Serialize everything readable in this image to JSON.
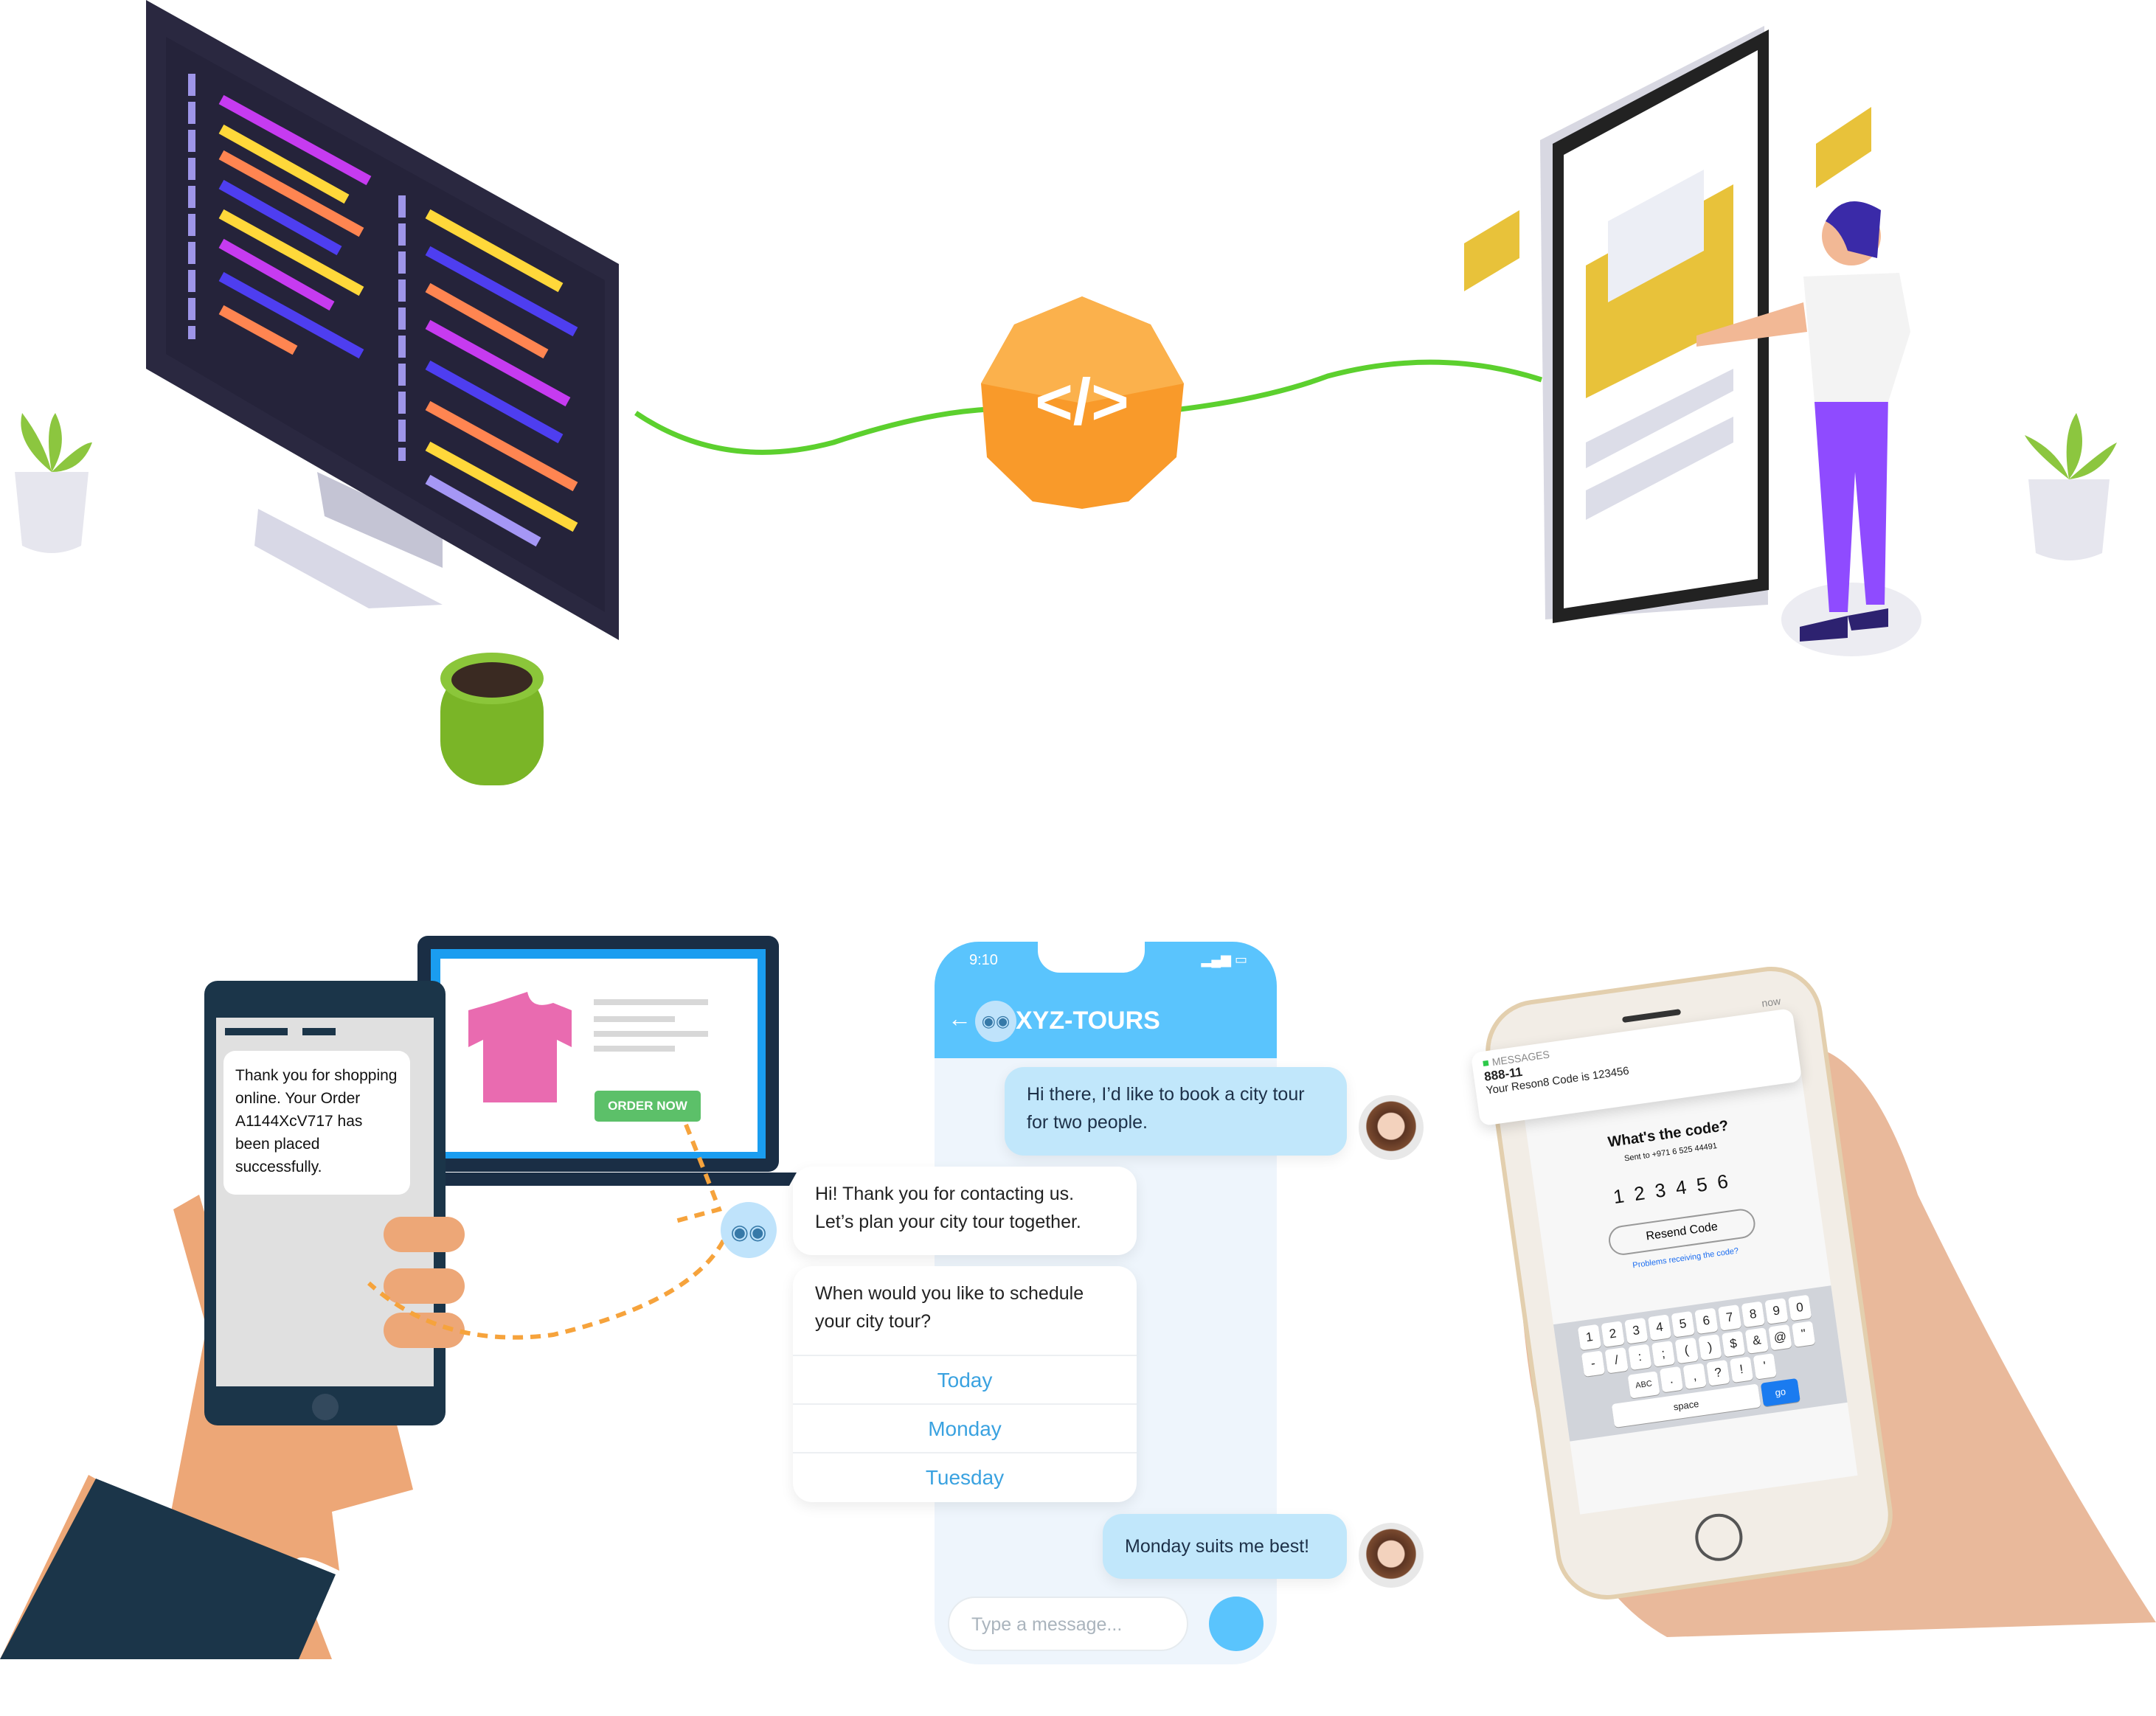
{
  "hero": {
    "code_badge": "</>"
  },
  "sms_demo": {
    "message": "Thank you for shopping online. Your Order A1144XcV717 has been placed successfully.",
    "order_button": "ORDER NOW"
  },
  "chat": {
    "time": "9:10",
    "title": "XYZ-TOURS",
    "messages": [
      {
        "from": "user",
        "text": "Hi there, I’d like to book a city tour for two people."
      },
      {
        "from": "bot",
        "text": "Hi! Thank you for contacting us. Let’s plan your city tour together."
      },
      {
        "from": "bot",
        "text": "When would you like to schedule your city tour?"
      },
      {
        "from": "user",
        "text": "Monday suits me best!"
      }
    ],
    "options": [
      "Today",
      "Monday",
      "Tuesday"
    ],
    "input_placeholder": "Type a message..."
  },
  "otp": {
    "notif_app": "MESSAGES",
    "notif_time": "now",
    "notif_sender": "888-11",
    "notif_body": "Your Reson8 Code  is 123456",
    "heading": "What's the code?",
    "sent_to": "Sent to +971 6 525 44491",
    "code_digits": [
      "1",
      "2",
      "3",
      "4",
      "5",
      "6"
    ],
    "resend": "Resend Code",
    "problems": "Problems receiving the code?",
    "keys_row1": [
      "1",
      "2",
      "3",
      "4",
      "5",
      "6",
      "7",
      "8",
      "9",
      "0"
    ],
    "keys_row2": [
      "-",
      "/",
      ":",
      ";",
      "(",
      ")",
      "$",
      "&",
      "@",
      "\""
    ],
    "keys_row3": [
      ".",
      ",",
      "?",
      "!",
      "'"
    ],
    "key_abc": "ABC",
    "key_space": "space",
    "key_go": "go"
  },
  "colors": {
    "accent": "#5ac4fd",
    "connector": "#5cd02e",
    "orange": "#f99a2a"
  }
}
